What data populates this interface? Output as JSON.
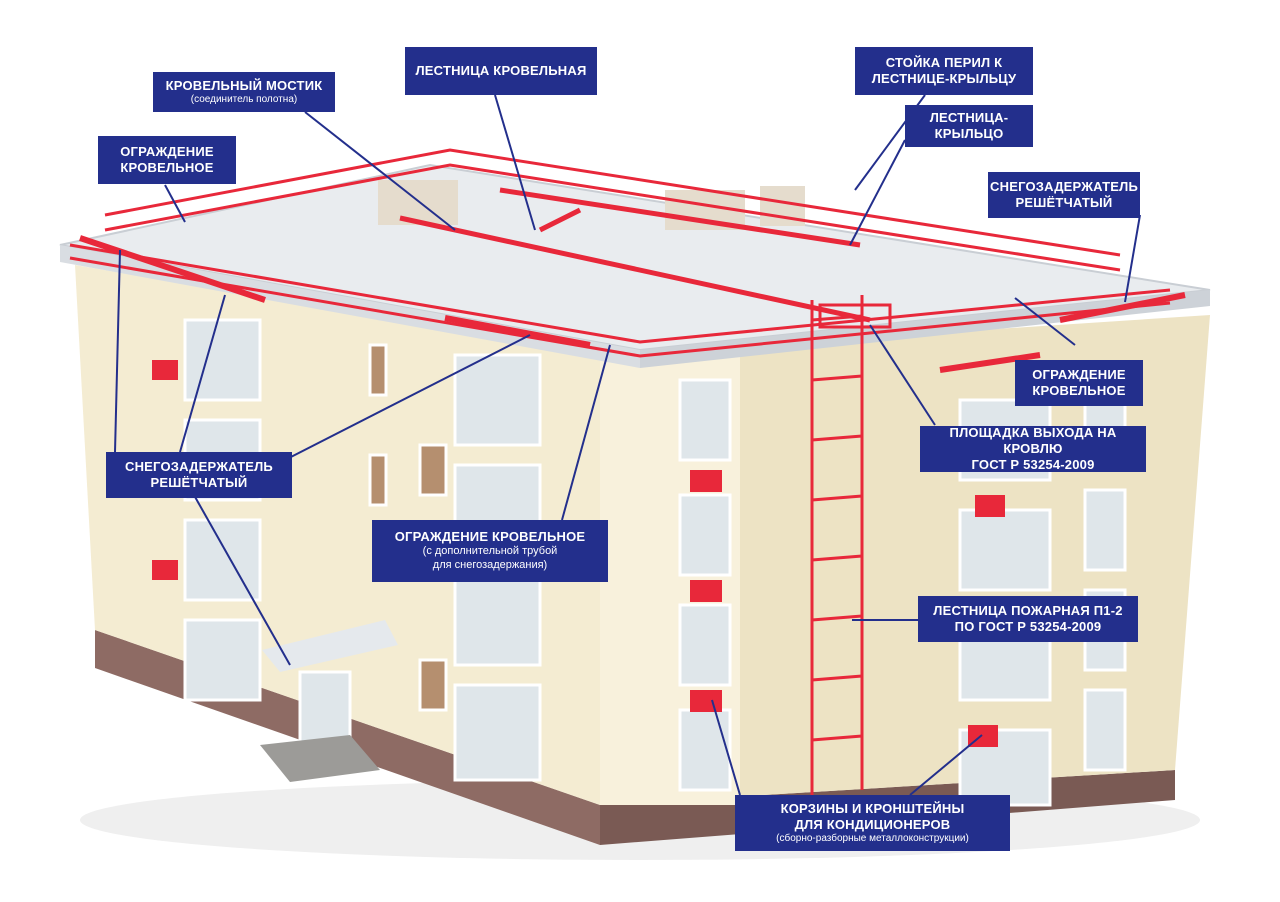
{
  "colors": {
    "callout_bg": "#232f8c",
    "callout_text": "#ffffff",
    "leader_line": "#232f8c",
    "metal": "#e8283a",
    "facade": "#f4ecd2",
    "roof": "#e9ecef",
    "plinth": "#8e6b64"
  },
  "labels": {
    "roof_bridge": {
      "title": "КРОВЕЛЬНЫЙ МОСТИК",
      "sub": "(соединитель полотна)"
    },
    "roof_ladder": {
      "title": "ЛЕСТНИЦА КРОВЕЛЬНАЯ"
    },
    "railing_post": {
      "line1": "СТОЙКА ПЕРИЛ К",
      "line2": "ЛЕСТНИЦЕ-КРЫЛЬЦУ"
    },
    "stair_porch": {
      "title": "ЛЕСТНИЦА-КРЫЛЬЦО"
    },
    "roof_fence_left": {
      "line1": "ОГРАЖДЕНИЕ",
      "line2": "КРОВЕЛЬНОЕ"
    },
    "snow_guard_right": {
      "line1": "СНЕГОЗАДЕРЖАТЕЛЬ",
      "line2": "РЕШЁТЧАТЫЙ"
    },
    "roof_fence_right": {
      "line1": "ОГРАЖДЕНИЕ",
      "line2": "КРОВЕЛЬНОЕ"
    },
    "roof_exit_platform": {
      "line1": "ПЛОЩАДКА ВЫХОДА НА КРОВЛЮ",
      "line2": "ГОСТ Р 53254-2009"
    },
    "snow_guard_left": {
      "line1": "СНЕГОЗАДЕРЖАТЕЛЬ",
      "line2": "РЕШЁТЧАТЫЙ"
    },
    "roof_fence_center": {
      "title": "ОГРАЖДЕНИЕ КРОВЕЛЬНОЕ",
      "sub1": "(с дополнительной трубой",
      "sub2": "для снегозадержания)"
    },
    "fire_ladder": {
      "line1": "ЛЕСТНИЦА ПОЖАРНАЯ П1-2",
      "line2": "ПО ГОСТ Р 53254-2009"
    },
    "ac_baskets": {
      "line1": "КОРЗИНЫ И КРОНШТЕЙНЫ",
      "line2": "ДЛЯ КОНДИЦИОНЕРОВ",
      "sub": "(сборно-разборные металлоконструкции)"
    }
  }
}
